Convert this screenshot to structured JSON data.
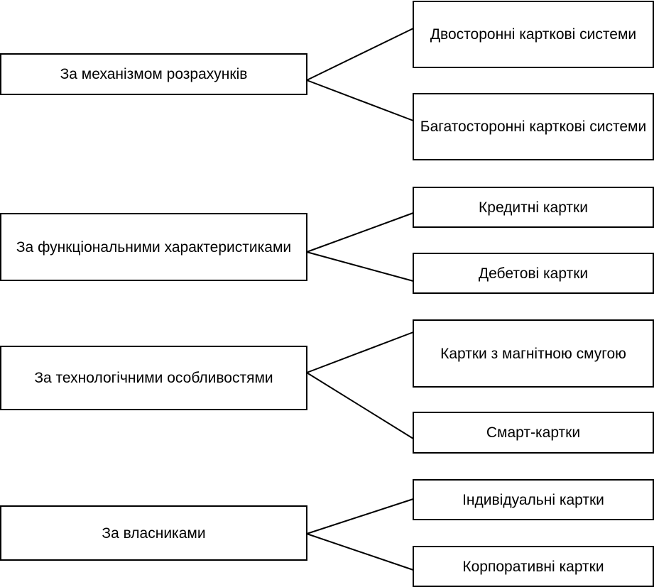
{
  "groups": [
    {
      "category": "За механізмом розрахунків",
      "items": [
        "Двосторонні карткові системи",
        "Багатосторонні карткові системи"
      ]
    },
    {
      "category": "За функціональними характеристиками",
      "items": [
        "Кредитні картки",
        "Дебетові картки"
      ]
    },
    {
      "category": "За технологічними особливостями",
      "items": [
        "Картки з магнітною смугою",
        "Смарт-картки"
      ]
    },
    {
      "category": "За власниками",
      "items": [
        "Індивідуальні картки",
        "Корпоративні картки"
      ]
    }
  ],
  "colors": {
    "line": "#000000",
    "box_border": "#000000",
    "background": "#ffffff"
  }
}
